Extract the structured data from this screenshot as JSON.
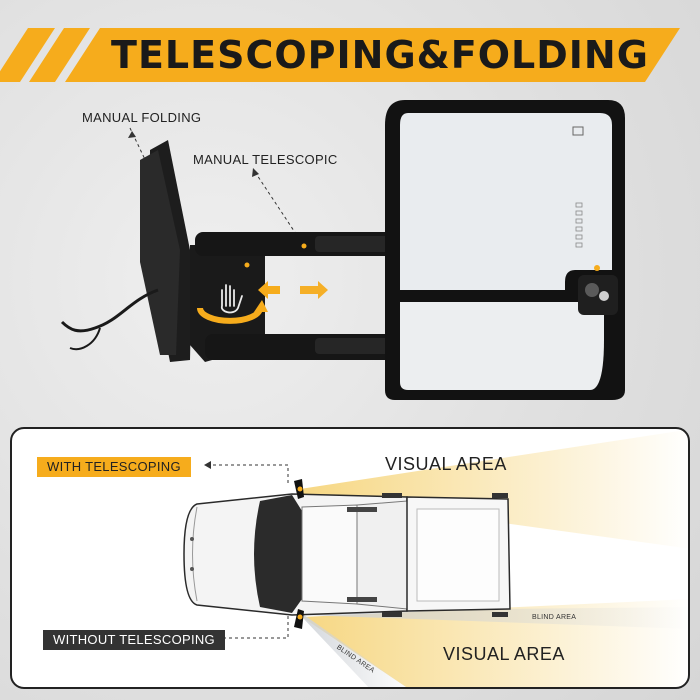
{
  "banner": {
    "title": "TELESCOPING&FOLDING",
    "accent_color": "#f6ac1c",
    "text_color": "#1a1a1a"
  },
  "callouts": {
    "manual_folding": "MANUAL FOLDING",
    "manual_telescopic": "MANUAL TELESCOPIC"
  },
  "icons": {
    "hand": "hand-icon",
    "rotate": "rotate-arrow-icon",
    "extend": "double-arrow-icon"
  },
  "diagram": {
    "with_label": "WITH TELESCOPING",
    "without_label": "WITHOUT TELESCOPING",
    "visual_top": "VISUAL AREA",
    "visual_bottom": "VISUAL AREA",
    "blind_1": "BLIND AREA",
    "blind_2": "BLIND AREA",
    "visual_color": "#f6d57c"
  }
}
